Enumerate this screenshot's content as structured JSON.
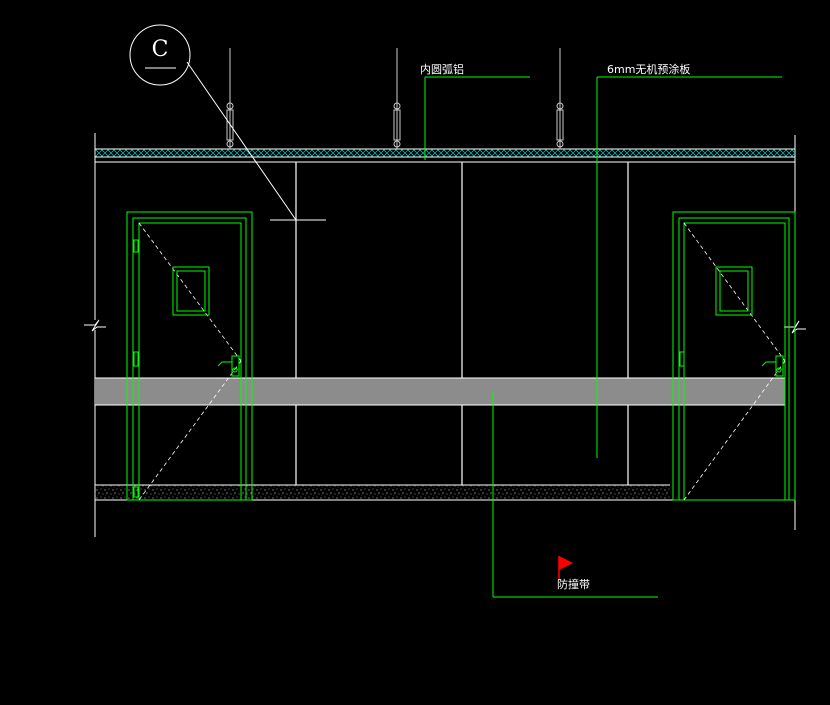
{
  "labels": {
    "ceiling_material": "内圆弧铝",
    "wall_panel": "6mm无机预涂板",
    "bumper_strip": "防撞带"
  },
  "section_marker": {
    "letter": "C"
  },
  "colors": {
    "background": "#000000",
    "outline": "#ffffff",
    "door_frame": "#00ff00",
    "leader": "#00ff00",
    "ceiling_hatch": "#00c8c8",
    "bumper_band": "#8c8c8c",
    "flag": "#ff0000"
  },
  "icons": [
    "door-leaf-icon",
    "door-handle-icon",
    "door-vision-panel-icon",
    "hanger-rod-icon",
    "break-symbol-icon",
    "flag-icon"
  ]
}
